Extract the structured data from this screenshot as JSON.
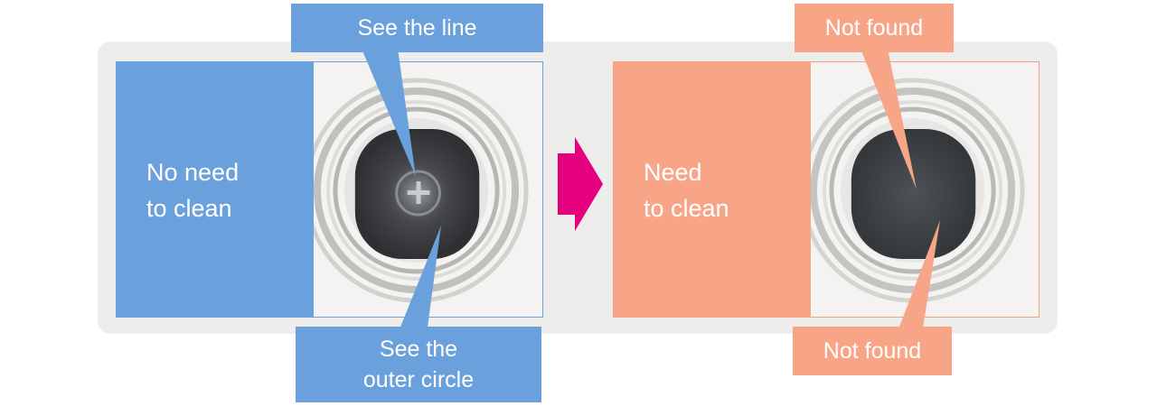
{
  "colors": {
    "clean_blue": "#6aa0dc",
    "dirty_salmon": "#f8a587",
    "arrow_magenta": "#e5007e",
    "backplate": "#eeedec"
  },
  "left_panel": {
    "status_label": "No need\nto clean",
    "callout_top": "See the line",
    "callout_bottom": "See the\nouter circle"
  },
  "right_panel": {
    "status_label": "Need\nto clean",
    "callout_top": "Not found",
    "callout_bottom": "Not found"
  },
  "transition_icon": "right-arrow-icon"
}
